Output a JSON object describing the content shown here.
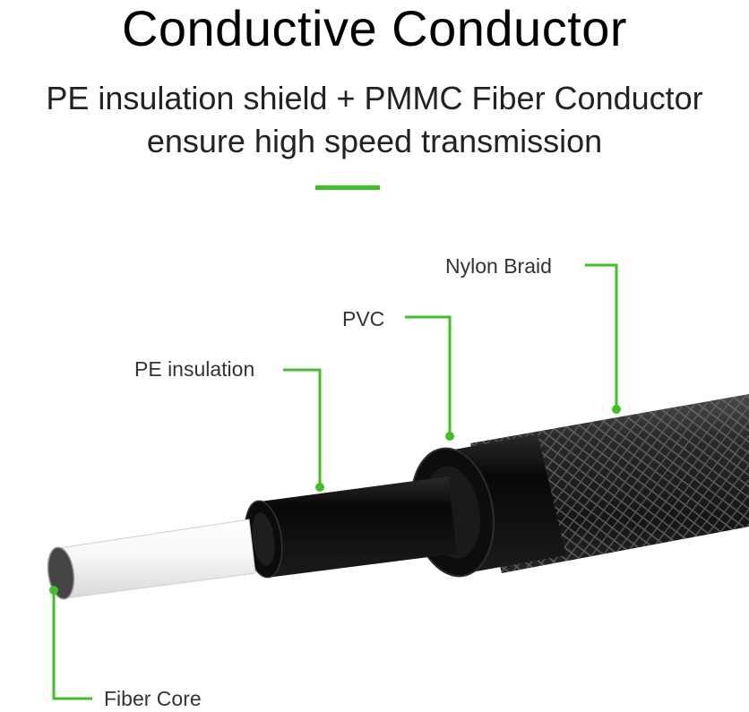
{
  "title": "Conductive Conductor",
  "subtitle": {
    "line1": "PE insulation shield + PMMC Fiber Conductor",
    "line2": "ensure high speed transmission"
  },
  "labels": {
    "nylon_braid": "Nylon Braid",
    "pvc": "PVC",
    "pe_insulation": "PE insulation",
    "fiber_core": "Fiber Core"
  },
  "colors": {
    "accent": "#3cc321",
    "cable_black": "#111111",
    "braid_grey": "#5a5a5a",
    "core_white": "#f2f2f2"
  }
}
